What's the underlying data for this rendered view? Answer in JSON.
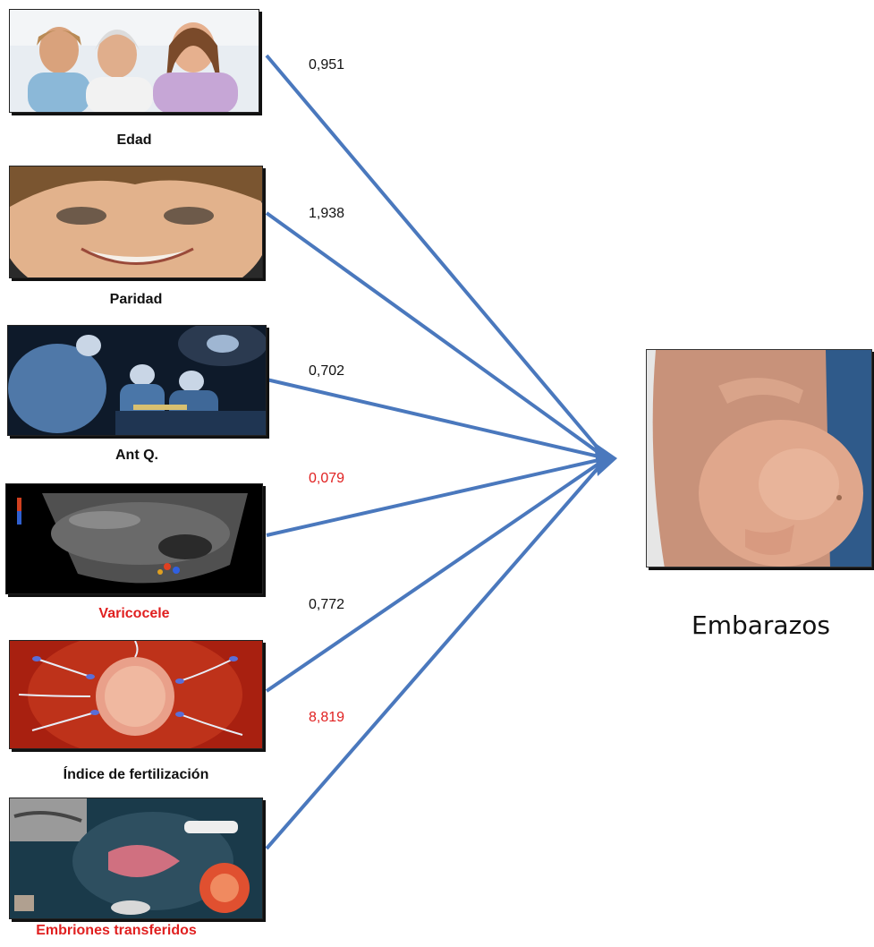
{
  "factors": [
    {
      "label": "Edad",
      "coef": "0,951",
      "highlight": false,
      "icon": "family-photo"
    },
    {
      "label": "Paridad",
      "coef": "1,938",
      "highlight": false,
      "icon": "child-face-photo"
    },
    {
      "label": "Ant Q.",
      "coef": "0,702",
      "highlight": false,
      "icon": "surgery-photo"
    },
    {
      "label": "Varicocele",
      "coef": "0,079",
      "highlight": true,
      "icon": "ultrasound-photo"
    },
    {
      "label": "Índice de fertilización",
      "coef": "0,772",
      "highlight": false,
      "icon": "fertilization-photo"
    },
    {
      "label": "Embriones transferidos",
      "coef": "8,819",
      "highlight": true,
      "icon": "embryo-transfer-photo"
    }
  ],
  "target": {
    "label": "Embarazos",
    "icon": "pregnant-belly-photo"
  },
  "colors": {
    "arrow": "#4a78bd",
    "highlight": "#e02020",
    "text": "#111111"
  }
}
